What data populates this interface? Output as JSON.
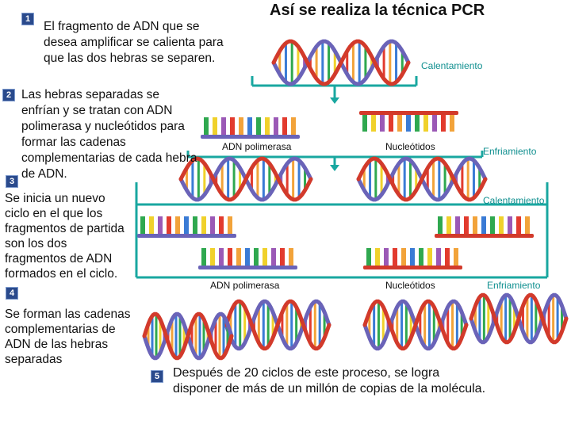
{
  "title": "Así se realiza la técnica PCR",
  "steps": [
    {
      "number": "1",
      "text": "El fragmento de ADN que se desea amplificar se calienta para que las dos hebras se separen."
    },
    {
      "number": "2",
      "text": "Las hebras separadas se enfrían y se tratan con ADN polimerasa y nucleótidos para formar las cadenas complementarias de cada hebra de ADN."
    },
    {
      "number": "3",
      "text": "Se inicia un nuevo ciclo en el que los fragmentos de partida son los dos fragmentos de ADN formados en el ciclo."
    },
    {
      "number": "4",
      "text": "Se forman las cadenas complementarias de ADN de las hebras separadas"
    },
    {
      "number": "5",
      "text": "Después de 20 ciclos de este proceso, se logra disponer de más de un millón de copias de la molécula."
    }
  ],
  "labels": {
    "heating_1": "Calentamiento",
    "polymerase_1": "ADN polimerasa",
    "nucleotides_1": "Nucleótidos",
    "cooling_1": "Enfriamiento",
    "heating_2": "Calentamiento",
    "polymerase_2": "ADN polimerasa",
    "nucleotides_2": "Nucleótidos",
    "cooling_2": "Enfriamiento"
  },
  "colors": {
    "flow_line": "#19a7a0",
    "strand_red": "#d23a2b",
    "strand_blue": "#6a63b8",
    "badge": "#2a4a8c"
  }
}
